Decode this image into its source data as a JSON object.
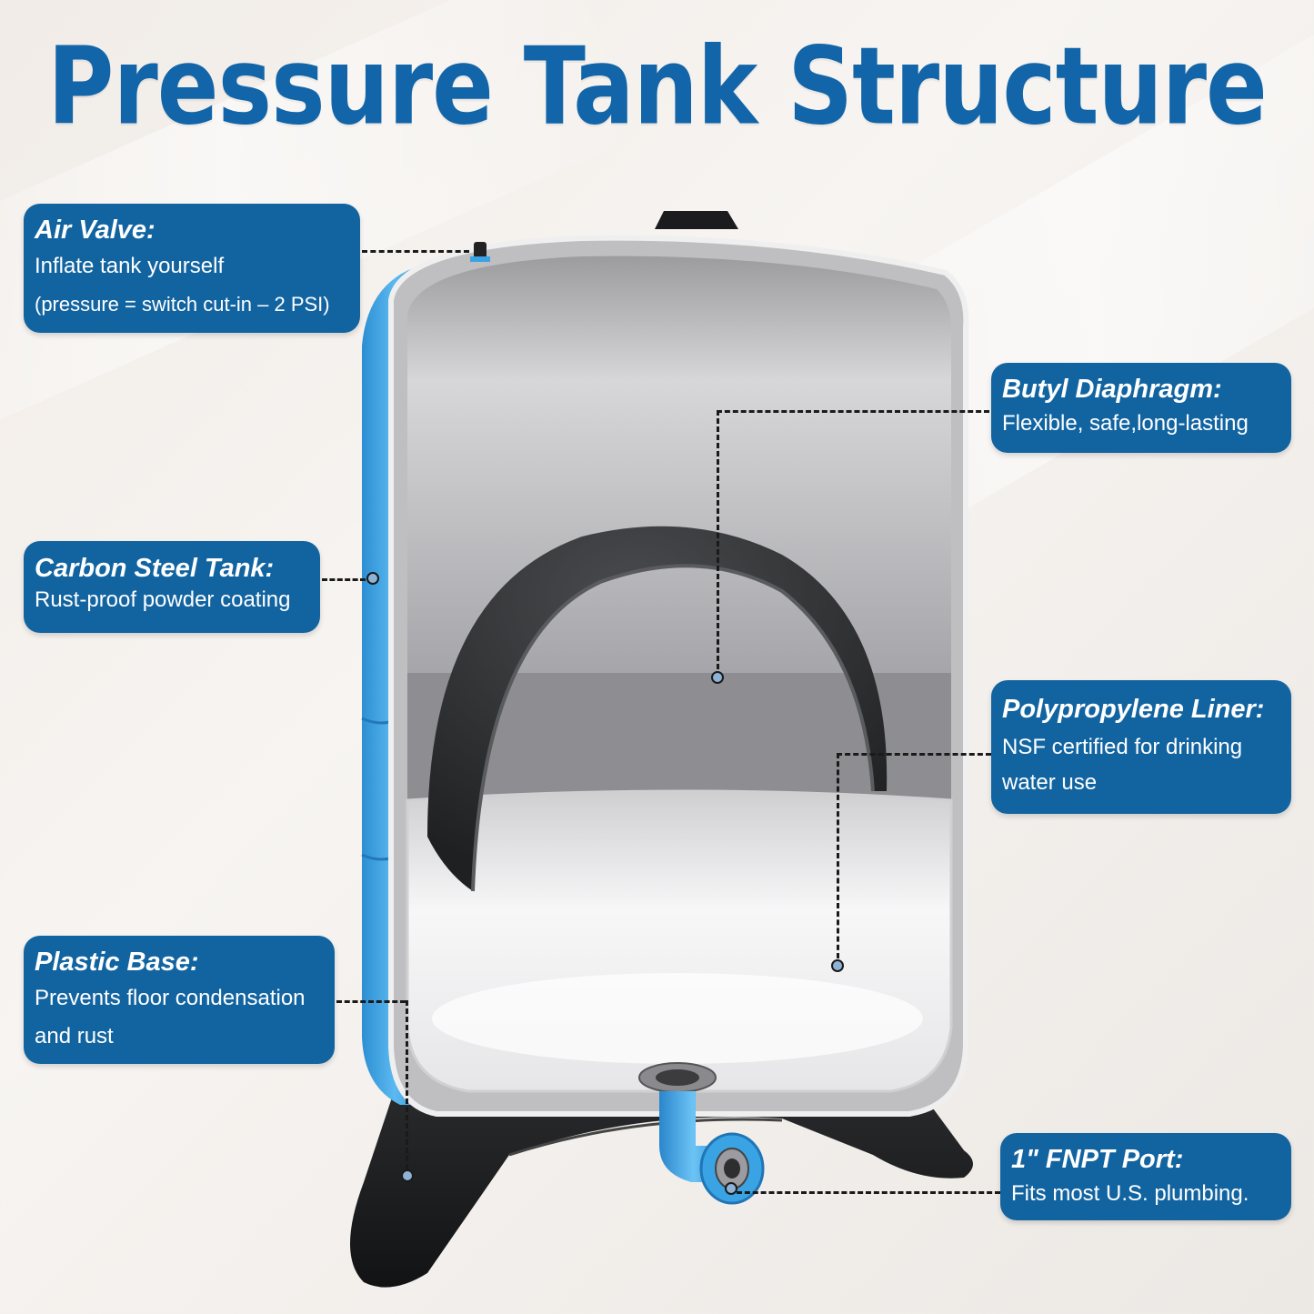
{
  "title": "Pressure Tank Structure",
  "callouts": {
    "air_valve": {
      "title": "Air Valve:",
      "lines": [
        "Inflate tank yourself",
        "(pressure = switch cut-in – 2 PSI)"
      ]
    },
    "carbon_steel_tank": {
      "title": "Carbon Steel Tank:",
      "lines": [
        "Rust-proof powder coating"
      ]
    },
    "plastic_base": {
      "title": "Plastic Base:",
      "lines": [
        "Prevents floor condensation",
        "and rust"
      ]
    },
    "butyl_diaphragm": {
      "title": "Butyl Diaphragm:",
      "lines": [
        "Flexible, safe,long-lasting"
      ]
    },
    "polypropylene_liner": {
      "title": "Polypropylene Liner:",
      "lines": [
        "NSF certified for drinking",
        "water use"
      ]
    },
    "fnpt_port": {
      "title": "1\" FNPT Port:",
      "lines": [
        "Fits most U.S. plumbing."
      ]
    }
  },
  "colors": {
    "title_blue": "#1265a8",
    "callout_blue": "#1264a1",
    "tank_blue": "#3aa3e4",
    "diaphragm_black": "#2b2c2e",
    "liner_white": "#f2f2f2",
    "steel_gray": "#8f8f92"
  }
}
